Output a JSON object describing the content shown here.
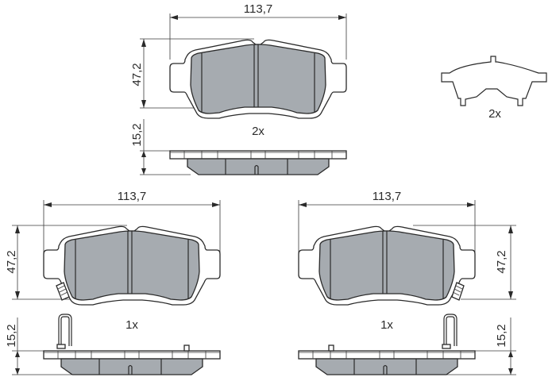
{
  "colors": {
    "friction": "#a6abb0",
    "line": "#2a2a2a",
    "background": "#ffffff"
  },
  "top_group": {
    "width_dim": "113,7",
    "height_dim": "47,2",
    "thickness_dim": "15,2",
    "quantity": "2x"
  },
  "shim": {
    "quantity": "2x"
  },
  "bottom_left": {
    "width_dim": "113,7",
    "height_dim": "47,2",
    "thickness_dim": "15,2",
    "quantity": "1x"
  },
  "bottom_right": {
    "width_dim": "113,7",
    "height_dim": "47,2",
    "thickness_dim": "15,2",
    "quantity": "1x"
  }
}
